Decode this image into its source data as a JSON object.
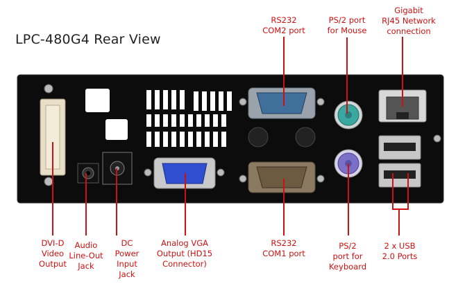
{
  "title": "LPC-480G4 Rear View",
  "labels": {
    "com2": "RS232\nCOM2 port",
    "ps2_mouse": "PS/2 port\nfor Mouse",
    "gigabit": "Gigabit\nRJ45 Network\nconnection",
    "dvi": "DVI-D\nVideo\nOutput",
    "audio": "Audio\nLine-Out\nJack",
    "dc": "DC\nPower\nInput\nJack",
    "vga": "Analog VGA\nOutput (HD15\nConnector)",
    "com1": "RS232\nCOM1 port",
    "ps2_kbd": "PS/2\nport for\nKeyboard",
    "usb": "2 x USB\n2.0 Ports"
  },
  "colors": {
    "label_red": "#d01010",
    "panel_black": "#0c0c0c",
    "serial_blue": "#3f6f9a",
    "serial_brown": "#6e5a40",
    "vga_blue": "#2f4fd0",
    "ps2_mouse_green": "#3aa8a0",
    "ps2_kbd_purple": "#7a70c8",
    "dvi_beige": "#e8dfc8"
  },
  "icons": [
    "dvi-connector-icon",
    "audio-jack-icon",
    "dc-jack-icon",
    "vga-connector-icon",
    "serial-com1-icon",
    "serial-com2-icon",
    "ps2-mouse-icon",
    "ps2-keyboard-icon",
    "rj45-port-icon",
    "usb-port-icon"
  ]
}
